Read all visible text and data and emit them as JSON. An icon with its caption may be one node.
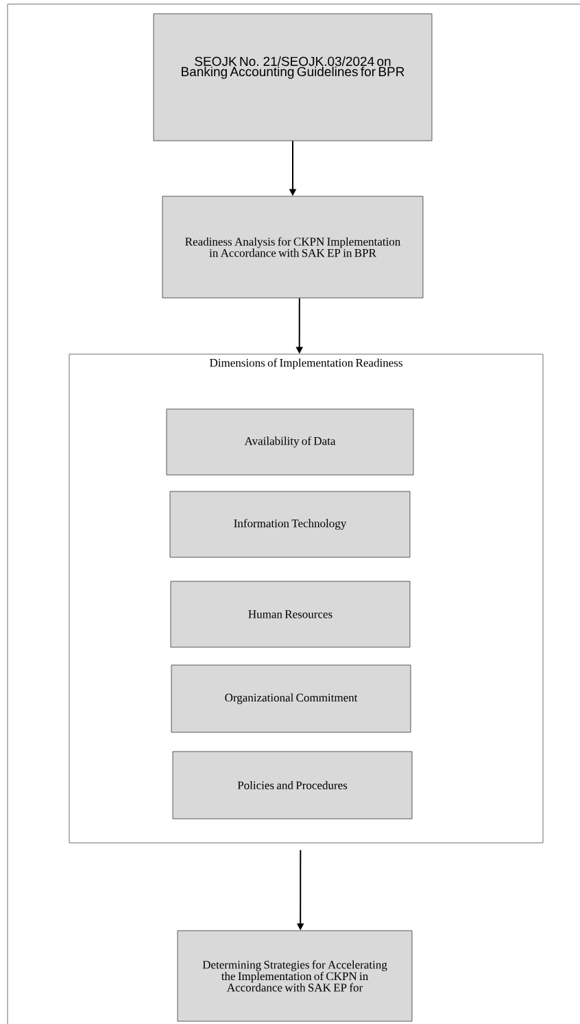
{
  "diagram": {
    "nodes": [
      {
        "text": [
          "SEOJK No. 21/SEOJK.03/2024 on Banking Accounting Guidelines for BPR"
        ]
      },
      {
        "text": [
          "Readiness Analysis for CKPN Implementation in Accordance with SAK EP in BPR"
        ]
      },
      {
        "text": [
          "Dimensions of Implementation Readiness"
        ]
      },
      {
        "text": [
          "Availability of Data"
        ],
        "in": 2
      },
      {
        "text": [
          "Information Technology"
        ],
        "in": 2
      },
      {
        "text": [
          "Human Resources"
        ],
        "in": 2
      },
      {
        "text": [
          "Organizational Commitment"
        ],
        "in": 2
      },
      {
        "text": [
          "Policies and Procedures"
        ],
        "in": 2
      },
      {
        "text": [
          "Determining Strategies for Accelerating the Implementation of CKPN in Accordance with SAK EP for"
        ]
      }
    ],
    "edges": [
      {
        "from": 0,
        "to": 1,
        "arrow": "to"
      },
      {
        "from": 1,
        "to": 2,
        "arrow": "to"
      },
      {
        "from": 2,
        "to": 8,
        "arrow": "to"
      }
    ]
  }
}
